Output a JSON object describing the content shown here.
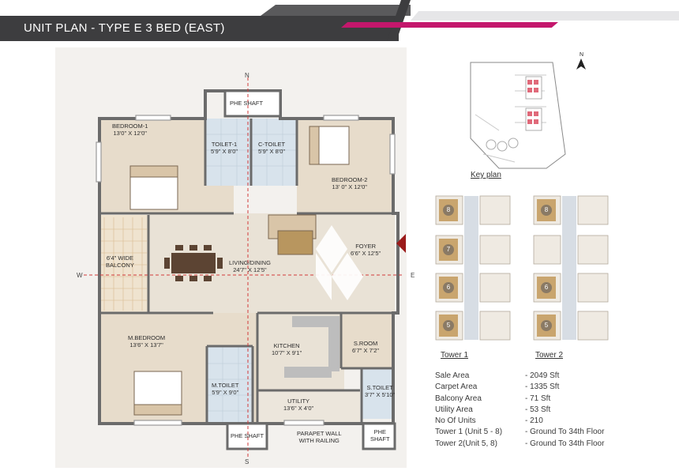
{
  "header": {
    "title": "UNIT PLAN - TYPE E 3 BED (EAST)"
  },
  "plan": {
    "directions": {
      "north": "N",
      "south": "S",
      "east": "E",
      "west": "W"
    },
    "rooms": [
      {
        "name": "BEDROOM-1",
        "size": "13'0\" X 12'0\""
      },
      {
        "name": "TOILET-1",
        "size": "5'9\" X 8'0\""
      },
      {
        "name": "C-TOILET",
        "size": "5'9\" X 8'0\""
      },
      {
        "name": "BEDROOM-2",
        "size": "13' 0\" X 12'0\""
      },
      {
        "name": "6'4\" WIDE",
        "size": "BALCONY"
      },
      {
        "name": "LIVING/DINING",
        "size": "24'7\" X 12'5\""
      },
      {
        "name": "FOYER",
        "size": "6'6\" X 12'5\""
      },
      {
        "name": "M.BEDROOM",
        "size": "13'6\" X 13'7\""
      },
      {
        "name": "KITCHEN",
        "size": "10'7\" X 9'1\""
      },
      {
        "name": "S.ROOM",
        "size": "6'7\" X 7'2\""
      },
      {
        "name": "M.TOILET",
        "size": "5'9\" X 9'0\""
      },
      {
        "name": "UTILITY",
        "size": "13'6\" X 4'0\""
      },
      {
        "name": "S.TOILET",
        "size": "3'7\" X 5'10\""
      }
    ],
    "phe_shaft_label": "PHE SHAFT",
    "phe_shaft_lines": [
      "PHE",
      "SHAFT"
    ],
    "parapet_lines": [
      "PARAPET WALL",
      "WITH RAILING"
    ]
  },
  "key_plan": {
    "caption": "Key plan",
    "north": "N"
  },
  "towers": [
    {
      "label": "Tower 1",
      "units": [
        "8",
        "7",
        "6",
        "5"
      ]
    },
    {
      "label": "Tower 2",
      "units": [
        "8",
        "6",
        "5"
      ]
    }
  ],
  "stats": [
    {
      "label": "Sale Area",
      "value": "- 2049 Sft"
    },
    {
      "label": "Carpet Area",
      "value": "- 1335 Sft"
    },
    {
      "label": "Balcony Area",
      "value": "- 71 Sft"
    },
    {
      "label": "Utility Area",
      "value": "- 53 Sft"
    },
    {
      "label": "No Of Units",
      "value": "- 210"
    },
    {
      "label": "Tower 1 (Unit 5 - 8)",
      "value": "- Ground To 34th Floor"
    },
    {
      "label": "Tower 2(Unit 5, 8)",
      "value": "- Ground To 34th Floor"
    }
  ],
  "colors": {
    "header_dark": "#3d3d3f",
    "accent_pink": "#c4176c",
    "wall": "#6b6b6b",
    "room_fill": "#e9e2d6",
    "bath_fill": "#d8e3ec",
    "axis_red": "#d23a3a",
    "unit_highlight": "#c9a56e"
  }
}
